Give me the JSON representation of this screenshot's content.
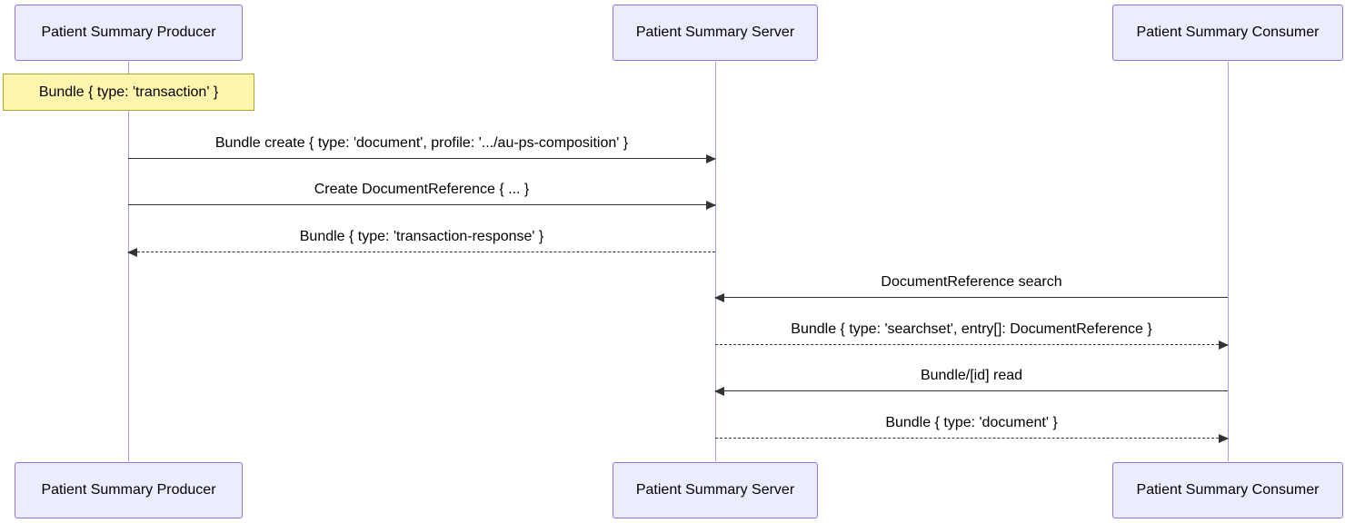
{
  "diagram": {
    "type": "sequence",
    "actors": [
      {
        "id": "producer",
        "label": "Patient Summary Producer"
      },
      {
        "id": "server",
        "label": "Patient Summary Server"
      },
      {
        "id": "consumer",
        "label": "Patient Summary Consumer"
      }
    ],
    "note": {
      "label": "Bundle { type: 'transaction' }",
      "position": "over Patient Summary Producer"
    },
    "messages": [
      {
        "from": "producer",
        "to": "server",
        "style": "solid",
        "label": "Bundle create { type: 'document', profile: '.../au-ps-composition' }"
      },
      {
        "from": "producer",
        "to": "server",
        "style": "solid",
        "label": "Create DocumentReference { ... }"
      },
      {
        "from": "server",
        "to": "producer",
        "style": "dashed",
        "label": "Bundle { type: 'transaction-response' }"
      },
      {
        "from": "consumer",
        "to": "server",
        "style": "solid",
        "label": "DocumentReference search"
      },
      {
        "from": "server",
        "to": "consumer",
        "style": "dashed",
        "label": "Bundle { type: 'searchset', entry[]: DocumentReference }"
      },
      {
        "from": "consumer",
        "to": "server",
        "style": "solid",
        "label": "Bundle/[id] read"
      },
      {
        "from": "server",
        "to": "consumer",
        "style": "dashed",
        "label": "Bundle { type: 'document' }"
      }
    ],
    "colors": {
      "actor_fill": "#ECECFF",
      "actor_border": "#9370DB",
      "note_fill": "#FFF5AD",
      "note_border": "#AAAA33",
      "lifeline": "#9F9FE8",
      "arrow": "#333333",
      "text": "#000000"
    }
  }
}
